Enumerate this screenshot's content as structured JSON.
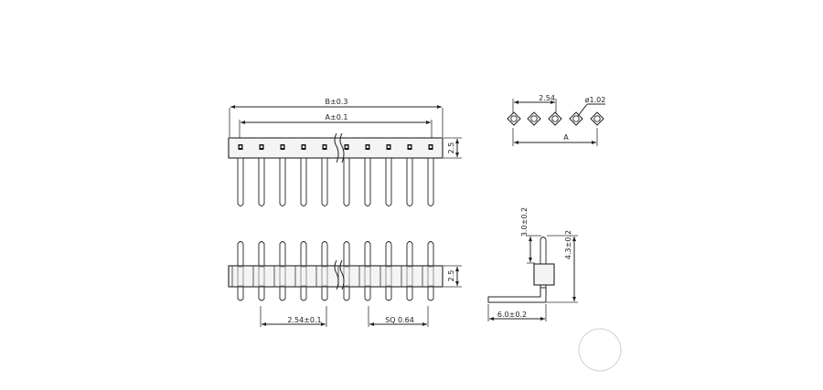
{
  "dimensions": {
    "b_overall": "B±0.3",
    "a_span": "A±0.1",
    "height_front": "2.5",
    "height_bottom": "2.5",
    "pitch_pattern": "2.54",
    "hole_diameter": "ø1.02",
    "a_pattern": "A",
    "pitch_bottom": "2.54±0.1",
    "pin_square": "SQ 0.64",
    "side_top": "3.0±0.2",
    "side_height": "4.3±0.2",
    "side_length": "6.0±0.2"
  },
  "pin_count": 10,
  "pattern_holes": 5
}
